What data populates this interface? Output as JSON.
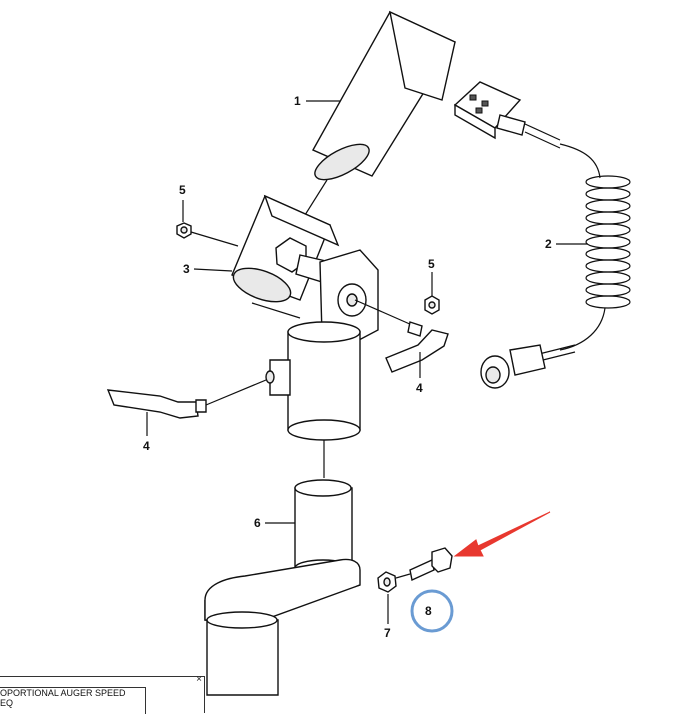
{
  "diagram": {
    "callouts": [
      {
        "id": "1",
        "text": "1"
      },
      {
        "id": "2",
        "text": "2"
      },
      {
        "id": "3",
        "text": "3"
      },
      {
        "id": "4a",
        "text": "4"
      },
      {
        "id": "4b",
        "text": "4"
      },
      {
        "id": "5a",
        "text": "5"
      },
      {
        "id": "5b",
        "text": "5"
      },
      {
        "id": "6",
        "text": "6"
      },
      {
        "id": "7",
        "text": "7"
      },
      {
        "id": "8",
        "text": "8"
      }
    ],
    "highlight": {
      "target": "8",
      "arrow_color": "#e8382f",
      "circle_color": "#6a9bd3"
    }
  },
  "title_block": {
    "close_glyph": "×",
    "line1": "OPORTIONAL AUGER SPEED",
    "line2": "EQ"
  }
}
